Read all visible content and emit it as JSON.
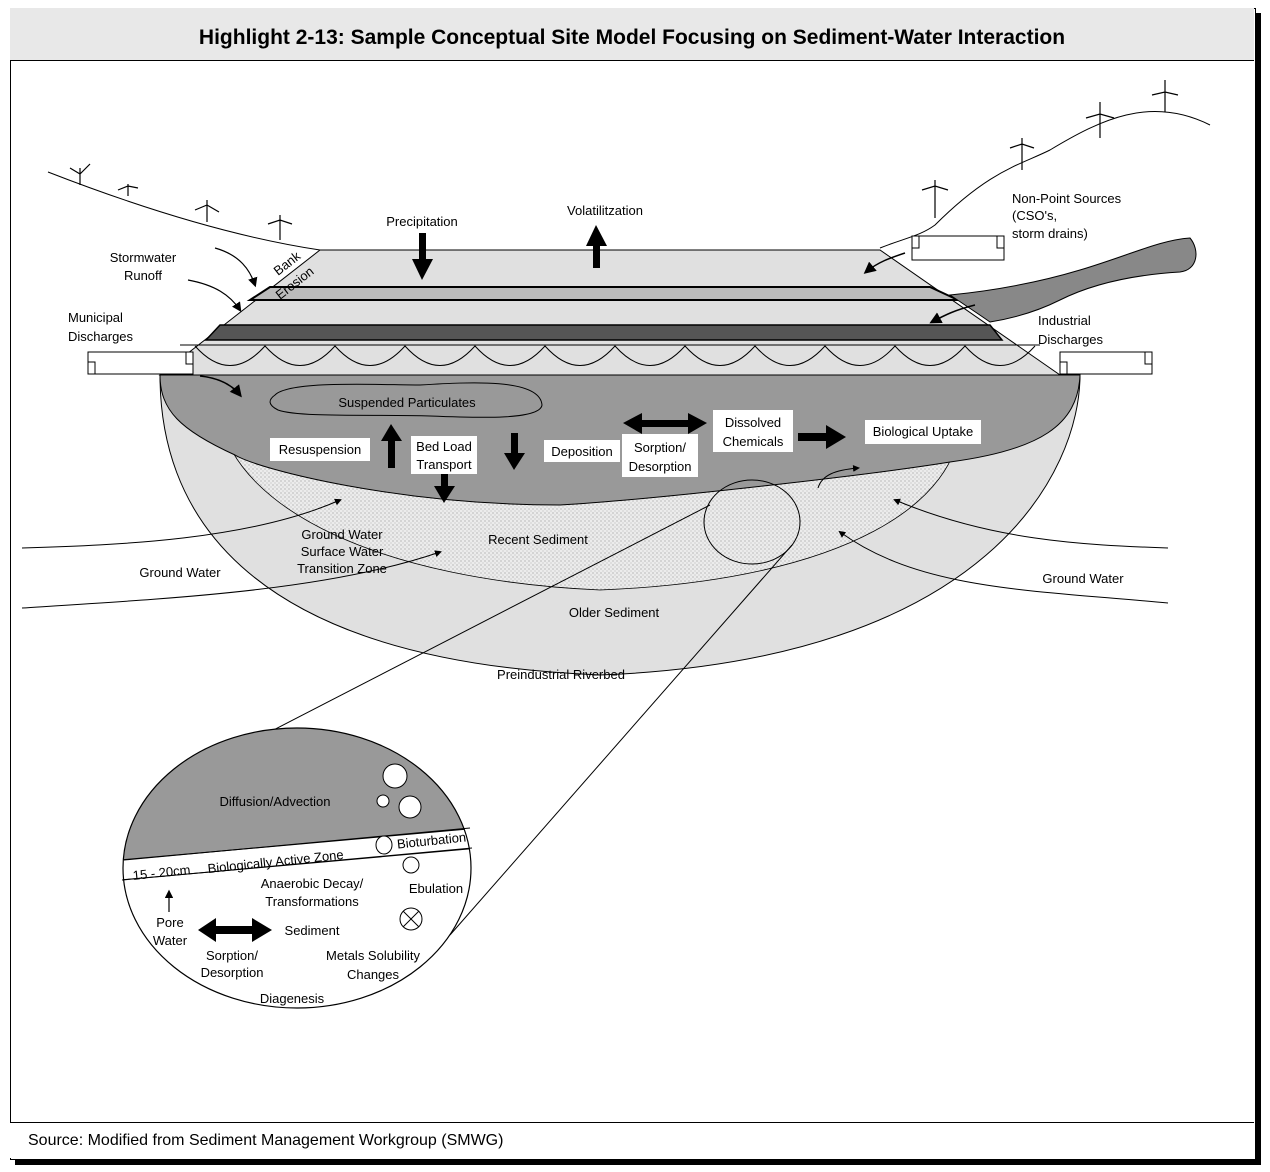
{
  "title": "Highlight 2-13: Sample Conceptual Site Model Focusing on Sediment-Water Interaction",
  "source": "Source: Modified from Sediment Management Workgroup (SMWG)",
  "labels": {
    "precipitation": "Precipitation",
    "volatilization": "Volatilitzation",
    "stormwater_1": "Stormwater",
    "stormwater_2": "Runoff",
    "bank": "Bank",
    "erosion": "Erosion",
    "municipal_1": "Municipal",
    "municipal_2": "Discharges",
    "nonpoint_1": "Non-Point Sources",
    "nonpoint_2": "(CSO's,",
    "nonpoint_3": "storm  drains)",
    "industrial_1": "Industrial",
    "industrial_2": "Discharges",
    "suspended": "Suspended Particulates",
    "resuspension": "Resuspension",
    "bedload_1": "Bed Load",
    "bedload_2": "Transport",
    "deposition": "Deposition",
    "sorption_1": "Sorption/",
    "sorption_2": "Desorption",
    "dissolved_1": "Dissolved",
    "dissolved_2": "Chemicals",
    "bio_uptake": "Biological Uptake",
    "gw_transition_1": "Ground Water",
    "gw_transition_2": "Surface Water",
    "gw_transition_3": "Transition Zone",
    "recent_sediment": "Recent Sediment",
    "ground_water_left": "Ground Water",
    "ground_water_right": "Ground Water",
    "older_sediment": "Older Sediment",
    "preindustrial": "Preindustrial Riverbed"
  },
  "inset": {
    "diffusion": "Diffusion/Advection",
    "bioturbation": "Bioturbation",
    "bio_active_zone": "Biologically Active Zone",
    "depth": "15 - 20cm",
    "anaerobic_1": "Anaerobic Decay/",
    "anaerobic_2": "Transformations",
    "ebulation": "Ebulation",
    "pore_1": "Pore",
    "pore_2": "Water",
    "sediment": "Sediment",
    "sorption_1": "Sorption/",
    "sorption_2": "Desorption",
    "metals_1": "Metals Solubility",
    "metals_2": "Changes",
    "diagenesis": "Diagenesis"
  },
  "colors": {
    "dark_water": "#999999",
    "light_water": "#e0e0e0",
    "band_dark": "#555555",
    "sediment_light": "#e0e0e0",
    "title_bg": "#e8e8e8"
  }
}
